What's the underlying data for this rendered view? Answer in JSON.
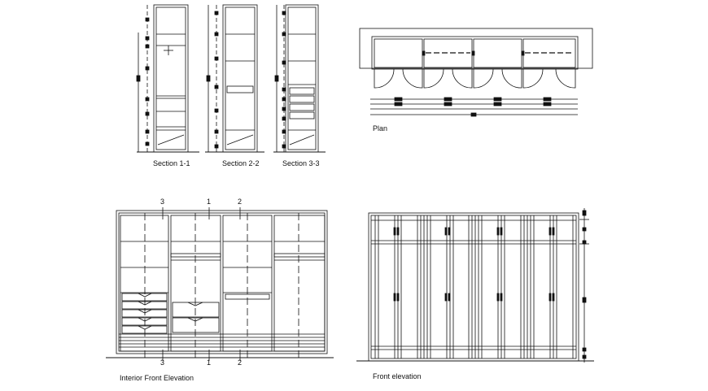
{
  "labels": {
    "section_1": "Section 1-1",
    "section_2": "Section 2-2",
    "section_3": "Section 3-3",
    "plan": "Plan",
    "interior_front_elevation": "Interior Front Elevation",
    "front_elevation": "Front elevation"
  },
  "section_tags": {
    "tag_3": "3",
    "tag_1": "1",
    "tag_2": "2"
  },
  "colors": {
    "line": "#111111"
  }
}
